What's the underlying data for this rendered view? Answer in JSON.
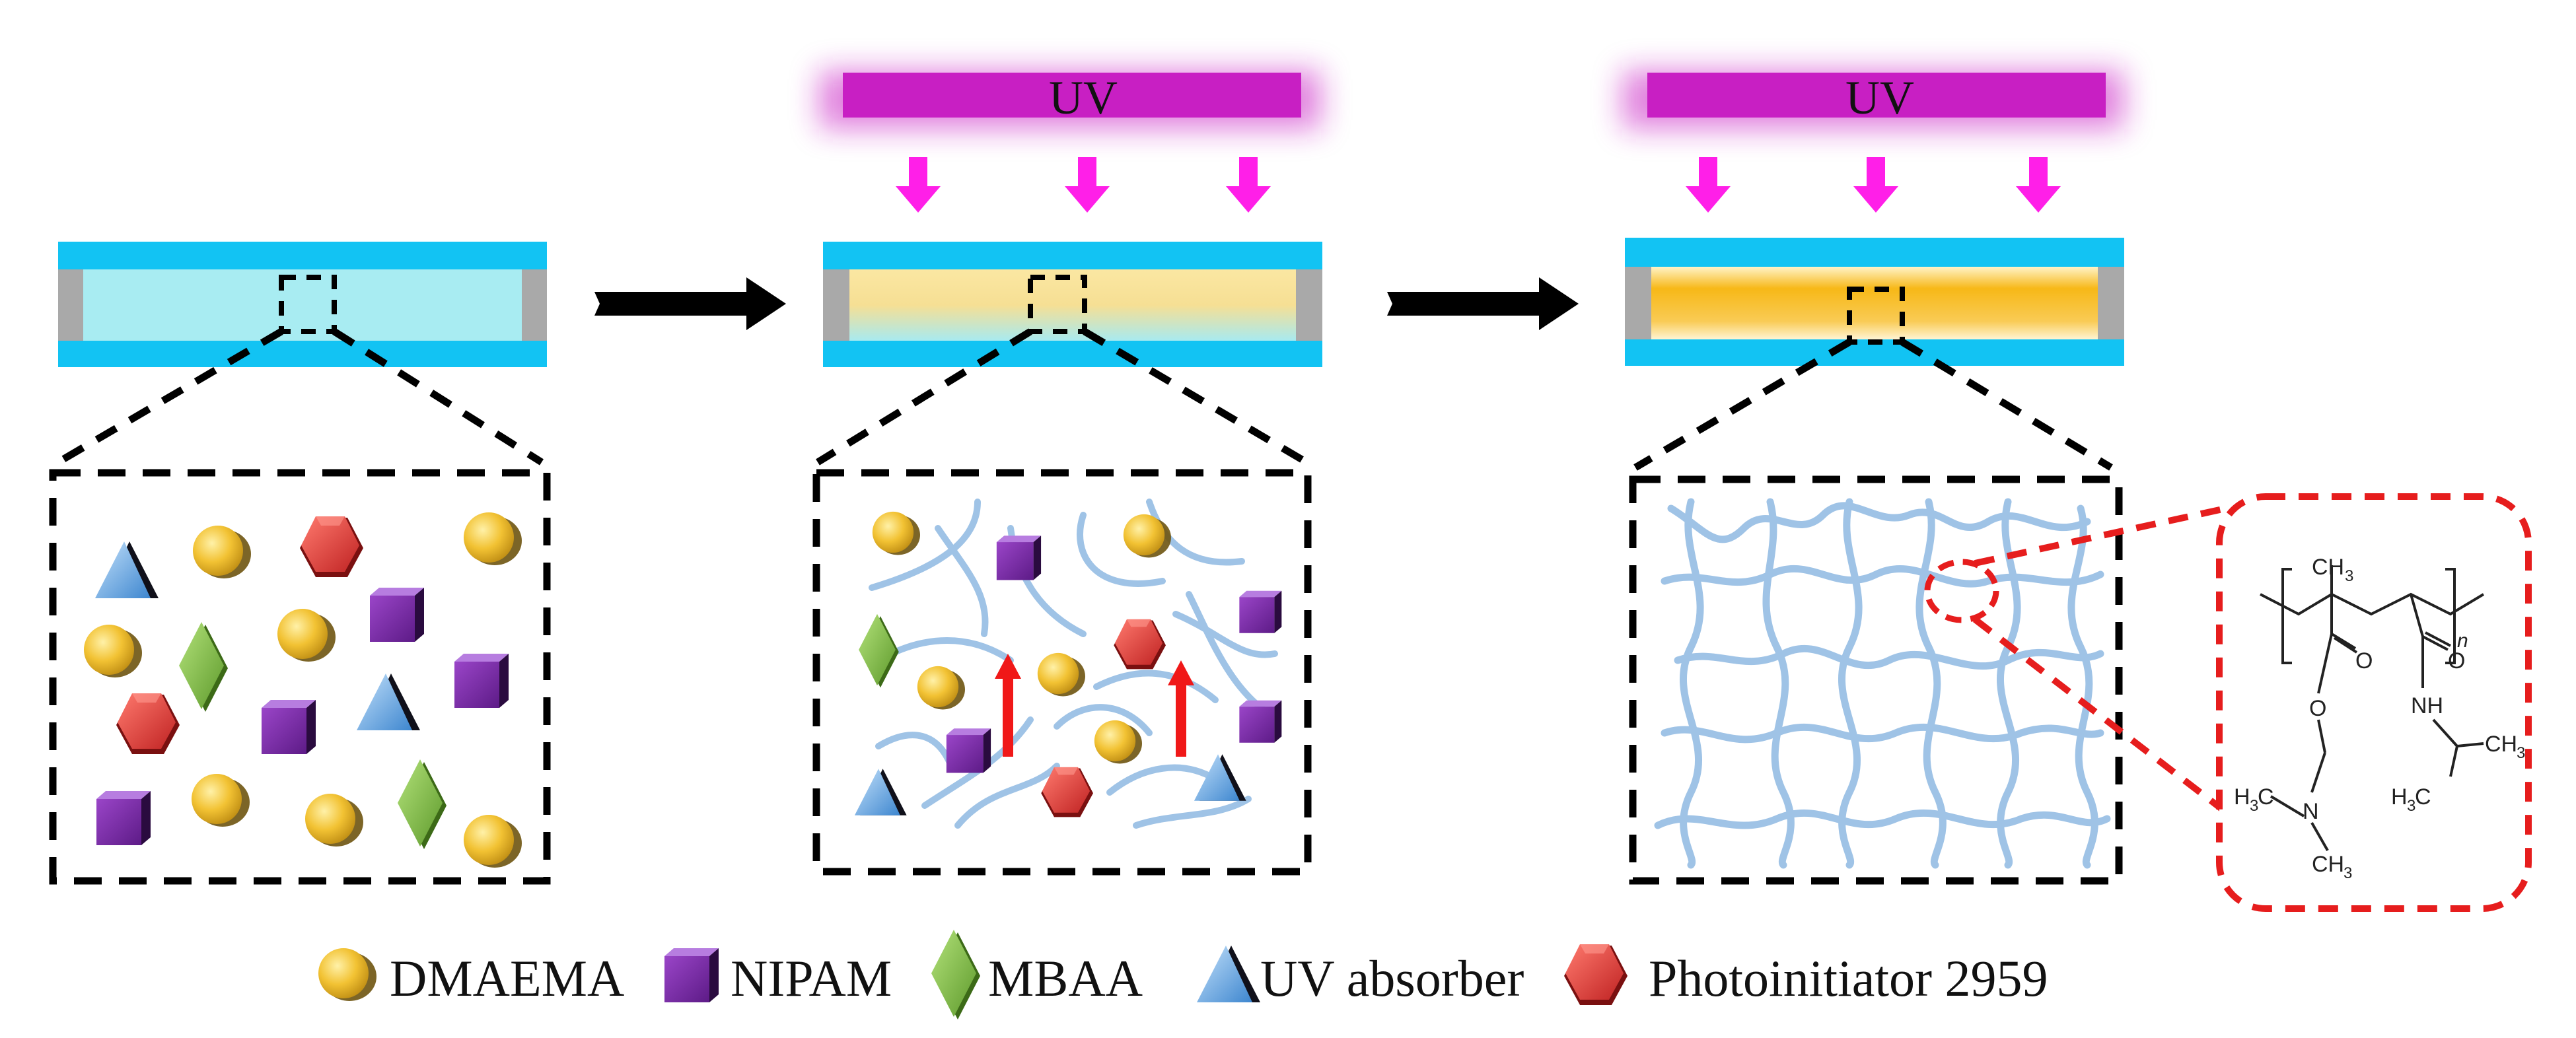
{
  "uv_label": "UV",
  "legend": [
    {
      "label": "DMAEMA",
      "icon": "sphere-icon"
    },
    {
      "label": "NIPAM",
      "icon": "cube-icon"
    },
    {
      "label": "MBAA",
      "icon": "diamond-icon"
    },
    {
      "label": "UV absorber",
      "icon": "triangle-icon"
    },
    {
      "label": "Photoinitiator 2959",
      "icon": "hexagon-icon"
    }
  ],
  "structure": {
    "ch3_top": "CH",
    "sub3": "3",
    "o_ester": "O",
    "o_ether": "O",
    "o_amide": "O",
    "nh": "NH",
    "n_sub": "n",
    "h3c_left": "H",
    "c_left": "C",
    "n_amine": "N",
    "ch3_bottom": "CH",
    "h3c_right": "H",
    "c_right": "C",
    "ch3_right": "CH"
  },
  "colors": {
    "glass": "#12c3f3",
    "spacer": "#a9a9a9",
    "precursor": "#a8ecf2",
    "gel": "#f7c236",
    "uv": "#c81fc3",
    "arrow_pink": "#ff1fe8",
    "polymer": "#9fc3e6",
    "sphere": "#f2c233",
    "cube": "#7b2aa8",
    "diamond": "#7fbf43",
    "triangle": "#5aa2df",
    "hexagon": "#e63c3c",
    "growth_arrow": "#f01818",
    "zoom_circle": "#e61d1d"
  }
}
